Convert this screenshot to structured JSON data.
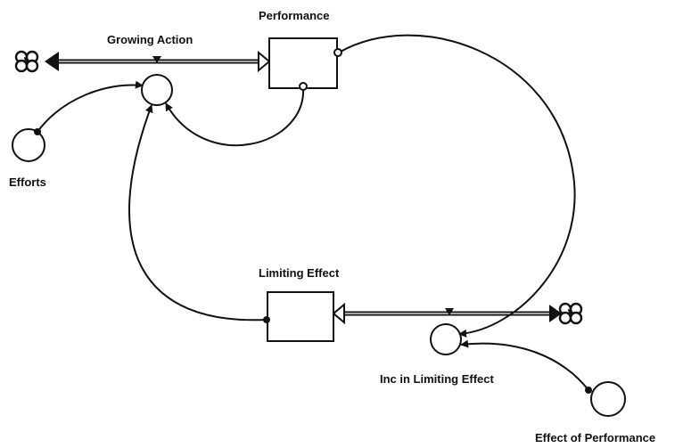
{
  "diagram": {
    "stocks": [
      {
        "id": "performance",
        "label": "Performance"
      },
      {
        "id": "limiting-effect",
        "label": "Limiting Effect"
      }
    ],
    "flows": [
      {
        "id": "growing-action",
        "label": "Growing Action",
        "from": "cloud",
        "to": "performance"
      },
      {
        "id": "inc-in-limiting-effect",
        "label": "Inc in Limiting Effect",
        "from": "cloud",
        "to": "limiting-effect"
      }
    ],
    "converters": [
      {
        "id": "efforts",
        "label": "Efforts"
      },
      {
        "id": "effect-of-performance",
        "label": "Effect of Performance"
      }
    ],
    "links": [
      {
        "from": "efforts",
        "to": "growing-action"
      },
      {
        "from": "performance",
        "to": "growing-action"
      },
      {
        "from": "limiting-effect",
        "to": "growing-action"
      },
      {
        "from": "performance",
        "to": "inc-in-limiting-effect"
      },
      {
        "from": "effect-of-performance",
        "to": "inc-in-limiting-effect"
      }
    ]
  }
}
